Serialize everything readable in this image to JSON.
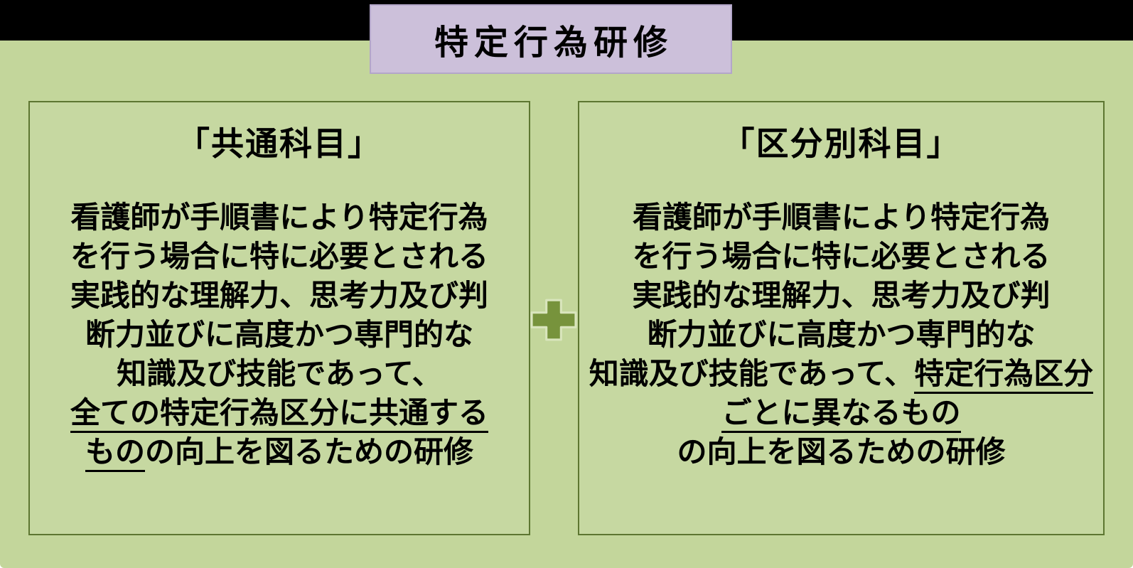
{
  "title": "特定行為研修",
  "boxes": {
    "left": {
      "heading": "「共通科目」",
      "intro": "看護師が手順書により特定行為\nを行う場合に特に必要とされる\n実践的な理解力、思考力及び判\n断力並びに高度かつ専門的な\n知識及び技能であって、\n",
      "underlined": "全ての特定行為区分に共通する\nもの",
      "outro": "の向上を図るための研修"
    },
    "right": {
      "heading": "「区分別科目」",
      "intro": "看護師が手順書により特定行為\nを行う場合に特に必要とされる\n実践的な理解力、思考力及び判\n断力並びに高度かつ専門的な\n知識及び技能であって、",
      "underlined": "特定行為区分ごとに異なるもの",
      "outro": "\nの向上を図るための研修"
    }
  },
  "icons": {
    "plus": "plus-icon"
  },
  "colors": {
    "top_bar": "#000000",
    "panel_green": "#c3d69b",
    "box_fill": "#c6d8a1",
    "box_border": "#5d7631",
    "title_fill": "#ccc0da",
    "title_border": "#b3a6c9",
    "plus_fill": "#77933c",
    "plus_outline": "#d9e5bd",
    "text": "#000000"
  }
}
